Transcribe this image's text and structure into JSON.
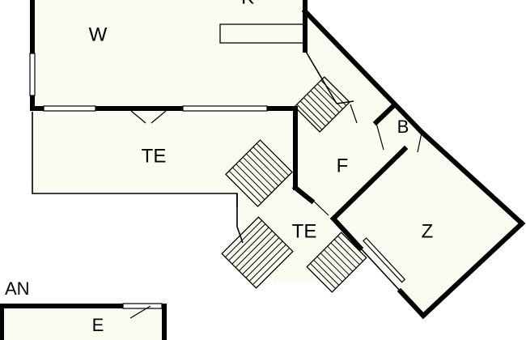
{
  "floorplan": {
    "rooms": {
      "w": "W",
      "k": "K",
      "te_left": "TE",
      "f": "F",
      "b": "B",
      "z": "Z",
      "te_center": "TE",
      "e": "E"
    },
    "annex_label": "AN"
  }
}
